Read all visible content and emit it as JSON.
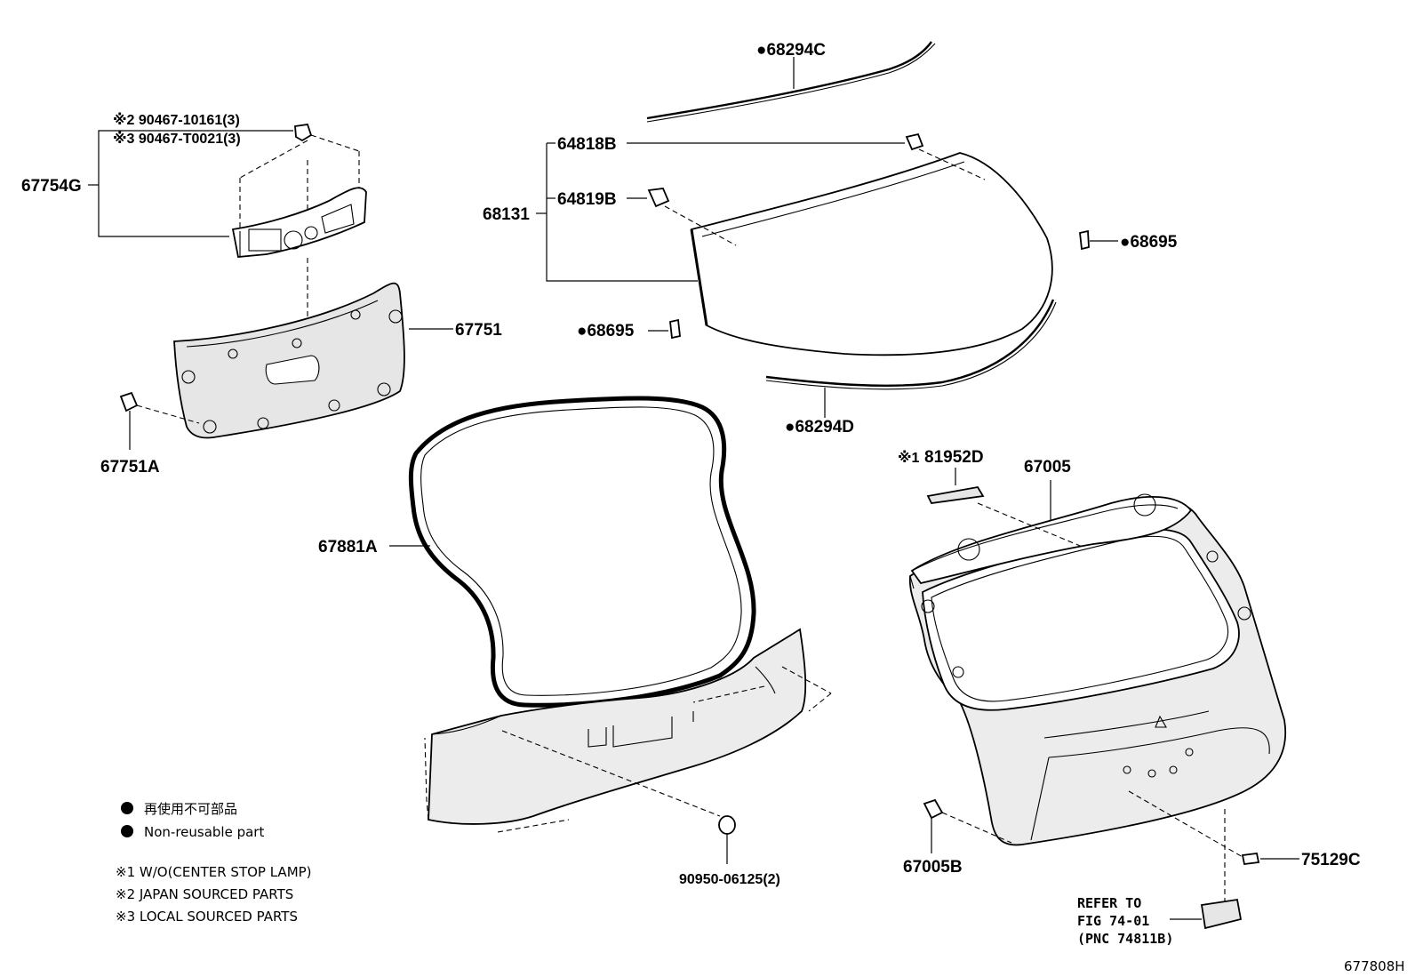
{
  "diagram": {
    "figure_code": "677808H",
    "labels": {
      "p68294C": "●68294C",
      "p90467_10161": "※2 90467-10161(3)",
      "p90467_T0021": "※3 90467-T0021(3)",
      "p67754G": "67754G",
      "p64818B": "64818B",
      "p68131": "68131",
      "p64819B": "64819B",
      "p68695_right": "●68695",
      "p68695_left": "●68695",
      "p67751": "67751",
      "p67751A": "67751A",
      "p68294D": "●68294D",
      "p81952D_mark": "※1",
      "p81952D": "81952D",
      "p67005": "67005",
      "p67881A": "67881A",
      "p67005B": "67005B",
      "p75129C": "75129C",
      "p90950": "90950-06125(2)"
    },
    "legend": {
      "jp": "再使用不可部品",
      "en": "Non-reusable part",
      "note1": "※1 W/O(CENTER STOP LAMP)",
      "note2": "※2 JAPAN SOURCED PARTS",
      "note3": "※3 LOCAL SOURCED PARTS"
    },
    "reference": {
      "line1": "REFER TO",
      "line2": "FIG 74-01",
      "line3": "(PNC 74811B)"
    }
  }
}
